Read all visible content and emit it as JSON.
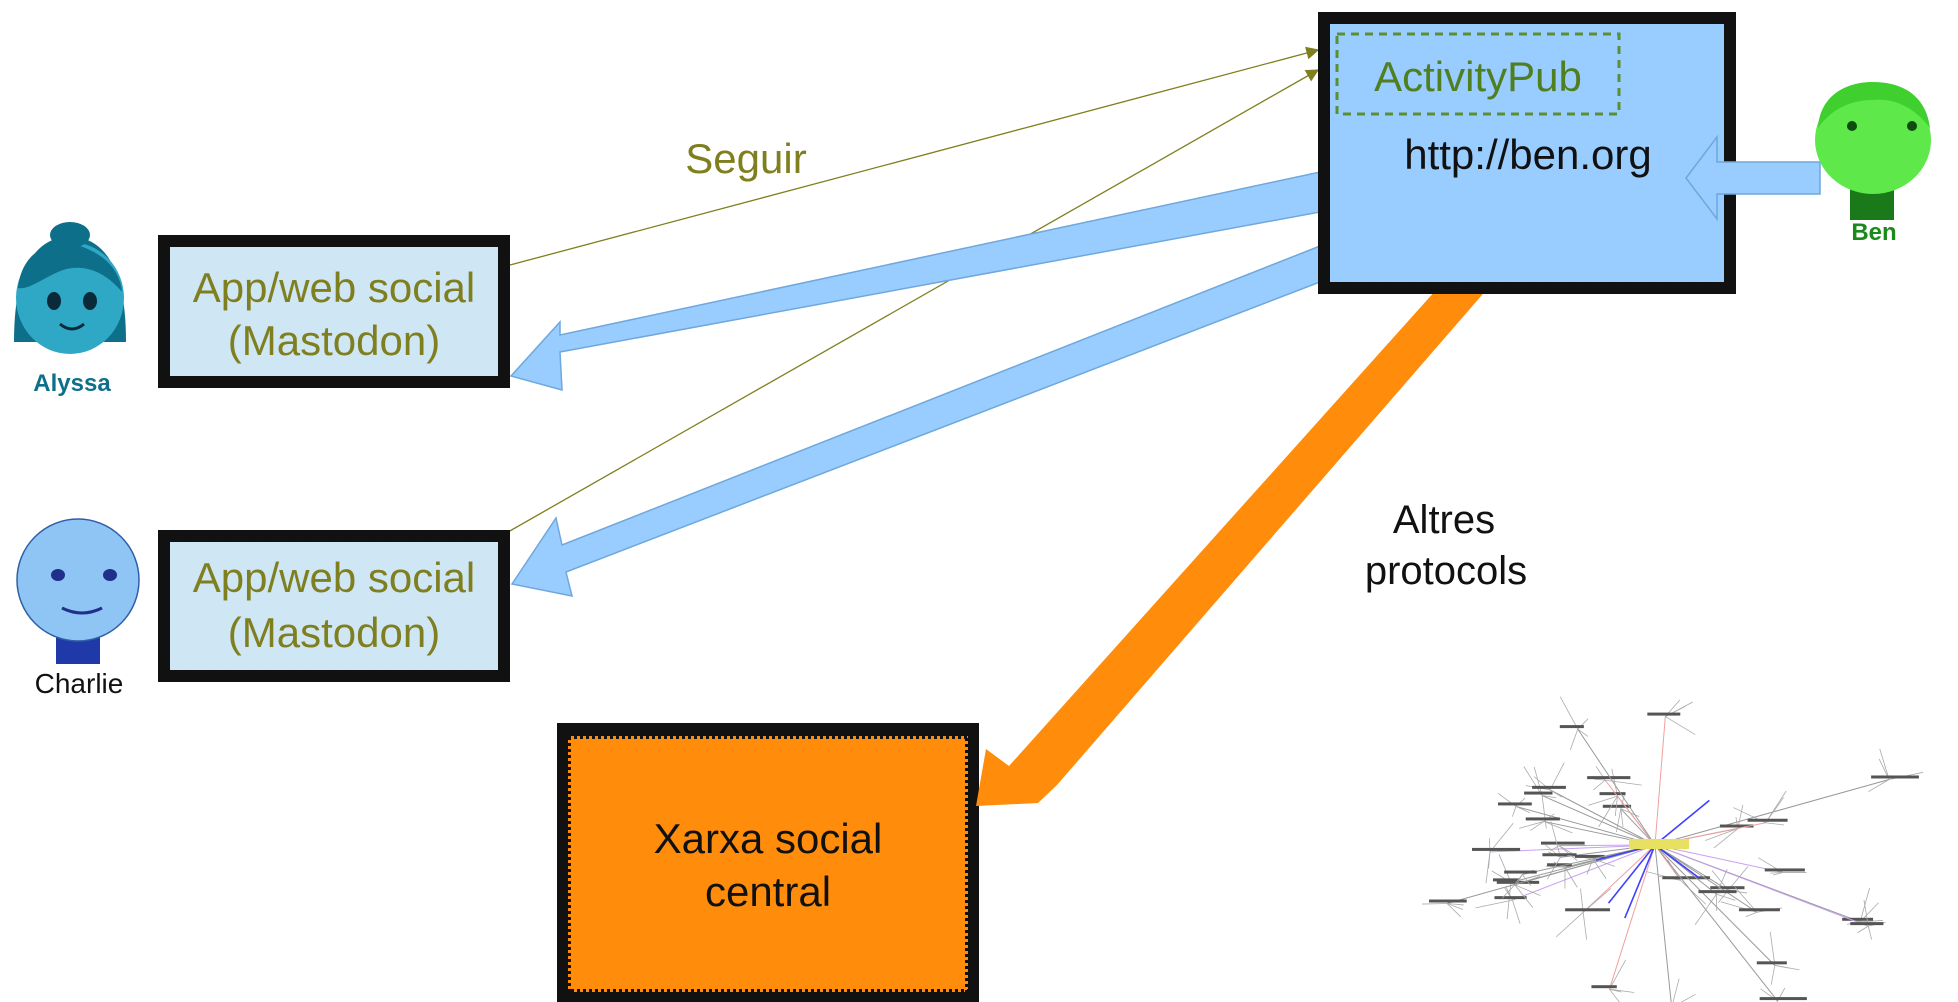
{
  "users": {
    "alyssa": "Alyssa",
    "charlie": "Charlie",
    "ben": "Ben"
  },
  "nodes": {
    "app1": [
      "App/web social",
      "(Mastodon)"
    ],
    "app2": [
      "App/web social",
      "(Mastodon)"
    ],
    "ben_server": "http://ben.org",
    "activitypub": "ActivityPub",
    "central": [
      "Xarxa social",
      "central"
    ]
  },
  "edges": {
    "follow": "Seguir",
    "other_protocols": [
      "Altres",
      "protocols"
    ]
  },
  "colors": {
    "box_blue": "#99ccff",
    "app_fill": "#cfe7f5",
    "olive": "#7f7f1f",
    "orange": "#ff8c0a",
    "alyssa": "#2fa8c6",
    "charlie": "#8ec5f5",
    "ben": "#5ee84a"
  },
  "icons": [
    "network-graph-image"
  ]
}
